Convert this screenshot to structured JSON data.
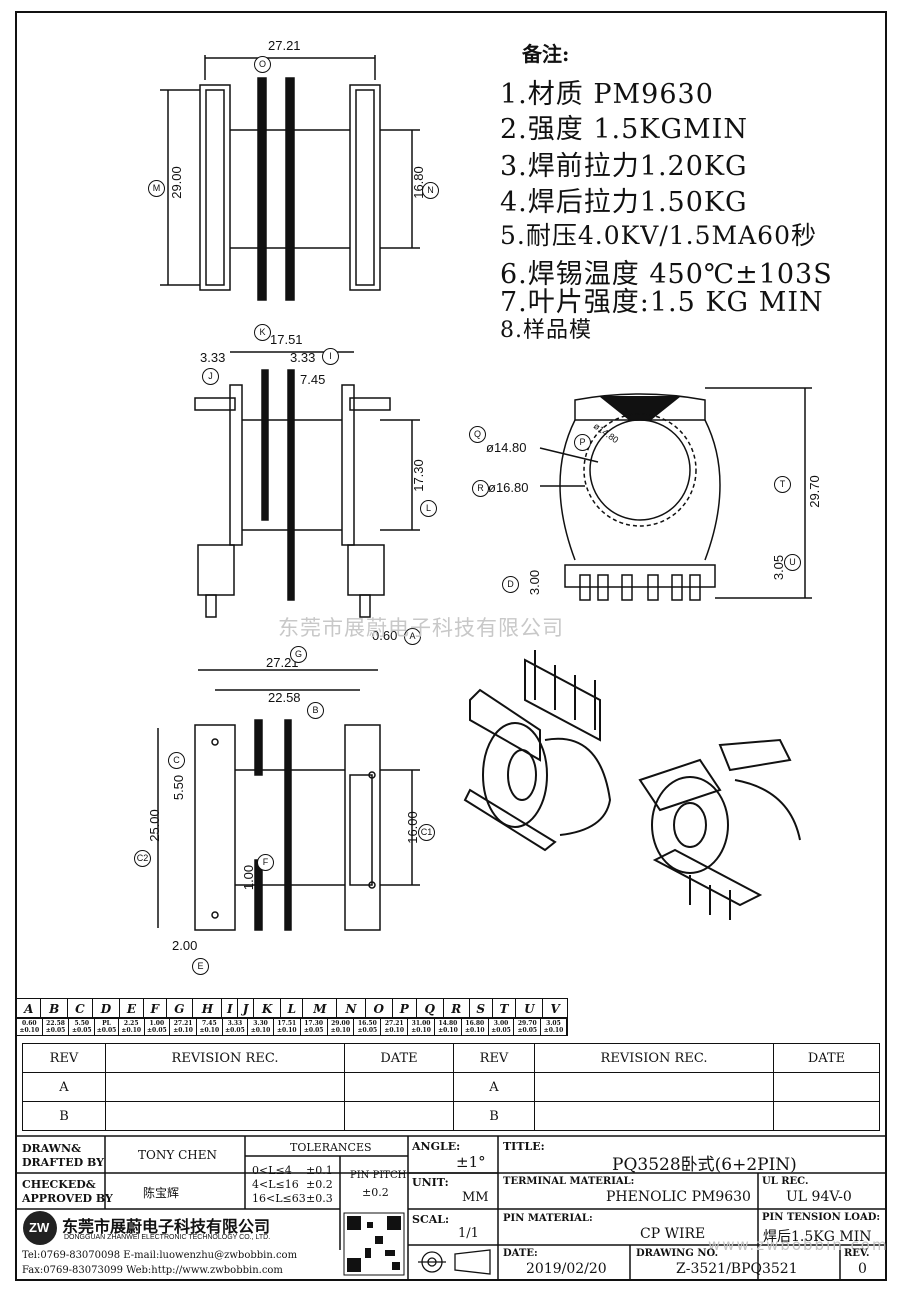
{
  "notes": {
    "title": "备注:",
    "items": [
      "1.材质 PM9630",
      "2.强度 1.5KGMIN",
      "3.焊前拉力1.20KG",
      "4.焊后拉力1.50KG",
      "5.耐压4.0KV/1.5MA60秒",
      "6.焊锡温度 450℃±103S",
      "7.叶片强度:1.5 KG MIN",
      "8.样品模"
    ]
  },
  "dims": {
    "top_width": "27.21",
    "top_height": "29.00",
    "top_inner": "16.80",
    "mid_width": "17.51",
    "mid_left": "3.33",
    "mid_right": "3.33",
    "mid_gap": "7.45",
    "mid_height": "17.30",
    "mid_pin": "0.60",
    "bot_width": "27.21",
    "bot_inner": "22.58",
    "bot_height": "25.00",
    "bot_inner_h": "16.00",
    "bot_pitch": "5.50",
    "bot_f": "1.00",
    "bot_e": "2.00",
    "side_d1": "ø14.80",
    "side_d1b": "ø14.80",
    "side_d2": "ø16.80",
    "side_h": "29.70",
    "side_pin": "3.00",
    "side_pin2": "3.05"
  },
  "callouts": [
    "O",
    "M",
    "N",
    "K",
    "J",
    "I",
    "L",
    "A",
    "G",
    "B",
    "C",
    "C1",
    "C2",
    "F",
    "E",
    "P",
    "Q",
    "R",
    "T",
    "U",
    "D"
  ],
  "watermark": "东莞市展蔚电子科技有限公司",
  "watermark_url": "www.zwbobbin.com",
  "dim_table": {
    "letters": [
      "A",
      "B",
      "C",
      "D",
      "E",
      "F",
      "G",
      "H",
      "I",
      "J",
      "K",
      "L",
      "M",
      "N",
      "O",
      "P",
      "Q",
      "R",
      "S",
      "T",
      "U",
      "V"
    ],
    "values": [
      "0.60 ±0.10",
      "22.58 ±0.05",
      "5.50 ±0.05",
      "PL ±0.05",
      "2.25 ±0.10",
      "1.00 ±0.05",
      "27.21 ±0.10",
      "7.45 ±0.10",
      "3.33 ±0.05",
      "3.30 ±0.10",
      "17.51 ±0.10",
      "17.30 ±0.05",
      "29.00 ±0.10",
      "16.50 ±0.05",
      "27.21 ±0.10",
      "31.00 ±0.10",
      "14.80 ±0.10",
      "16.80 ±0.10",
      "3.00 ±0.05",
      "29.70 ±0.05",
      "3.05 ±0.10",
      ""
    ]
  },
  "revision": {
    "headers": [
      "REV",
      "REVISION REC.",
      "DATE",
      "REV",
      "REVISION REC.",
      "DATE"
    ],
    "rows": [
      "A",
      "B"
    ]
  },
  "title_block": {
    "drawn_label": "DRAWN&",
    "drafted_label": "DRAFTED BY",
    "drawn_by": "TONY CHEN",
    "checked_label": "CHECKED&",
    "approved_label": "APPROVED BY",
    "approved_by": "陈宝辉",
    "tolerances_label": "TOLERANCES",
    "tol_rows": [
      {
        "range": "0<L≤4",
        "tol": "±0.1"
      },
      {
        "range": "4<L≤16",
        "tol": "±0.2"
      },
      {
        "range": "16<L≤63",
        "tol": "±0.3"
      }
    ],
    "pin_pitch_label": "PIN PITCH",
    "pin_pitch": "±0.2",
    "angle_label": "ANGLE:",
    "angle": "±1°",
    "unit_label": "UNIT:",
    "unit": "MM",
    "scale_label": "SCAL:",
    "scale": "1/1",
    "title_label": "TITLE:",
    "title": "PQ3528卧式(6+2PIN)",
    "terminal_label": "TERMINAL MATERIAL:",
    "terminal": "PHENOLIC PM9630",
    "ul_label": "UL REC.",
    "ul": "UL 94V-0",
    "pin_mat_label": "PIN MATERIAL:",
    "pin_mat": "CP WIRE",
    "tension_label": "PIN TENSION LOAD:",
    "tension": "焊后1.5KG MIN",
    "date_label": "DATE:",
    "date": "2019/02/20",
    "drawing_label": "DRAWING NO.",
    "drawing": "Z-3521/BPQ3521",
    "rev_label": "REV.",
    "rev": "0",
    "company_cn": "东莞市展蔚电子科技有限公司",
    "company_en": "DONGGUAN ZHANWEI ELECTRONIC TECHNOLOGY CO., LTD.",
    "tel": "Tel:0769-83070098 E-mail:luowenzhu@zwbobbin.com",
    "fax": "Fax:0769-83073099    Web:http://www.zwbobbin.com",
    "logo_text": "ZW"
  },
  "colors": {
    "ink": "#111111",
    "watermark": "#c8c8c8"
  }
}
